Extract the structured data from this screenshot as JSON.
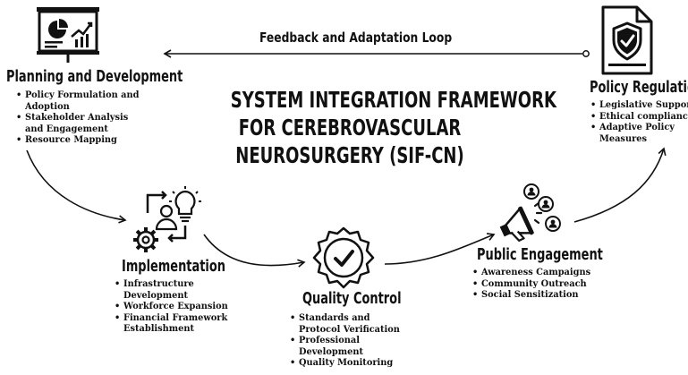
{
  "feedback_label": "Feedback and Adaptation Loop",
  "title_lines": [
    "SYSTEM INTEGRATION FRAMEWORK",
    "FOR CEREBROVASCULAR",
    "NEUROSURGERY (SIF-CN)"
  ],
  "stages": {
    "planning": {
      "title": "Planning and Development",
      "icon": "presentation-chart-icon",
      "items": [
        "Policy Formulation and Adoption",
        "Stakeholder Analysis and Engagement",
        "Resource Mapping"
      ]
    },
    "implementation": {
      "title": "Implementation",
      "icon": "gear-person-lightbulb-icon",
      "items": [
        "Infrastructure Development",
        "Workforce Expansion",
        "Financial Framework Establishment"
      ]
    },
    "quality": {
      "title": "Quality Control",
      "icon": "quality-badge-check-icon",
      "items": [
        "Standards and Protocol Verification",
        "Professional Development",
        "Quality Monitoring"
      ]
    },
    "public": {
      "title": "Public Engagement",
      "icon": "megaphone-people-icon",
      "items": [
        "Awareness Campaigns",
        "Community Outreach",
        "Social Sensitization"
      ]
    },
    "policy": {
      "title": "Policy Regulation",
      "icon": "document-shield-icon",
      "items": [
        "Legislative Support",
        "Ethical compliance",
        "Adaptive Policy Measures"
      ]
    }
  }
}
